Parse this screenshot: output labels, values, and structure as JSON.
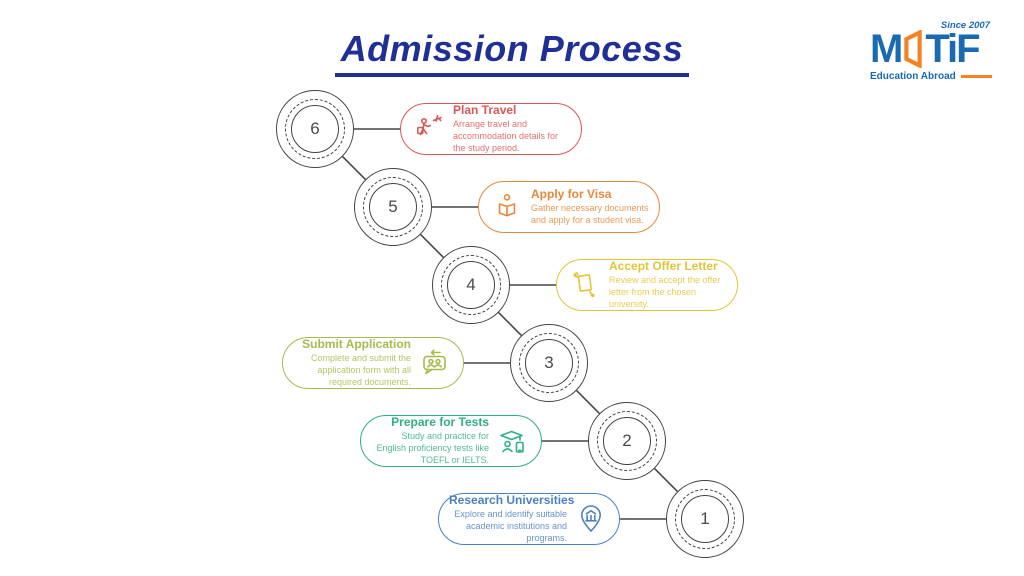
{
  "page_title": "Admission Process",
  "title_color": "#1f2f96",
  "logo": {
    "word_start": "M",
    "word_end": "TiF",
    "since_label": "Since 2007",
    "tagline": "Education Abroad",
    "blue": "#1a6ab2",
    "orange": "#f58220"
  },
  "diagram": {
    "node_stroke": "#434343",
    "connector_color": "#464646",
    "steps": [
      {
        "number": "6",
        "title": "Plan Travel",
        "description": "Arrange travel and accommodation details for the study period.",
        "color": "#dc5657",
        "side": "right",
        "icon": "traveler-icon"
      },
      {
        "number": "5",
        "title": "Apply for Visa",
        "description": "Gather necessary documents and apply for a student visa.",
        "color": "#e6883c",
        "side": "right",
        "icon": "visa-reading-icon"
      },
      {
        "number": "4",
        "title": "Accept Offer Letter",
        "description": "Review and accept the offer letter from the chosen university.",
        "color": "#e2c437",
        "side": "right",
        "icon": "offer-letter-icon"
      },
      {
        "number": "3",
        "title": "Submit Application",
        "description": "Complete and submit the application form with all required documents.",
        "color": "#a5bb4b",
        "side": "left",
        "icon": "application-chat-icon"
      },
      {
        "number": "2",
        "title": "Prepare for Tests",
        "description": "Study and practice for English proficiency tests like TOEFL or IELTS.",
        "color": "#2fb080",
        "side": "left",
        "icon": "graduate-study-icon"
      },
      {
        "number": "1",
        "title": "Research Universities",
        "description": "Explore and identify suitable academic institutions and programs.",
        "color": "#4b80c3",
        "side": "left",
        "icon": "university-pin-icon"
      }
    ]
  }
}
